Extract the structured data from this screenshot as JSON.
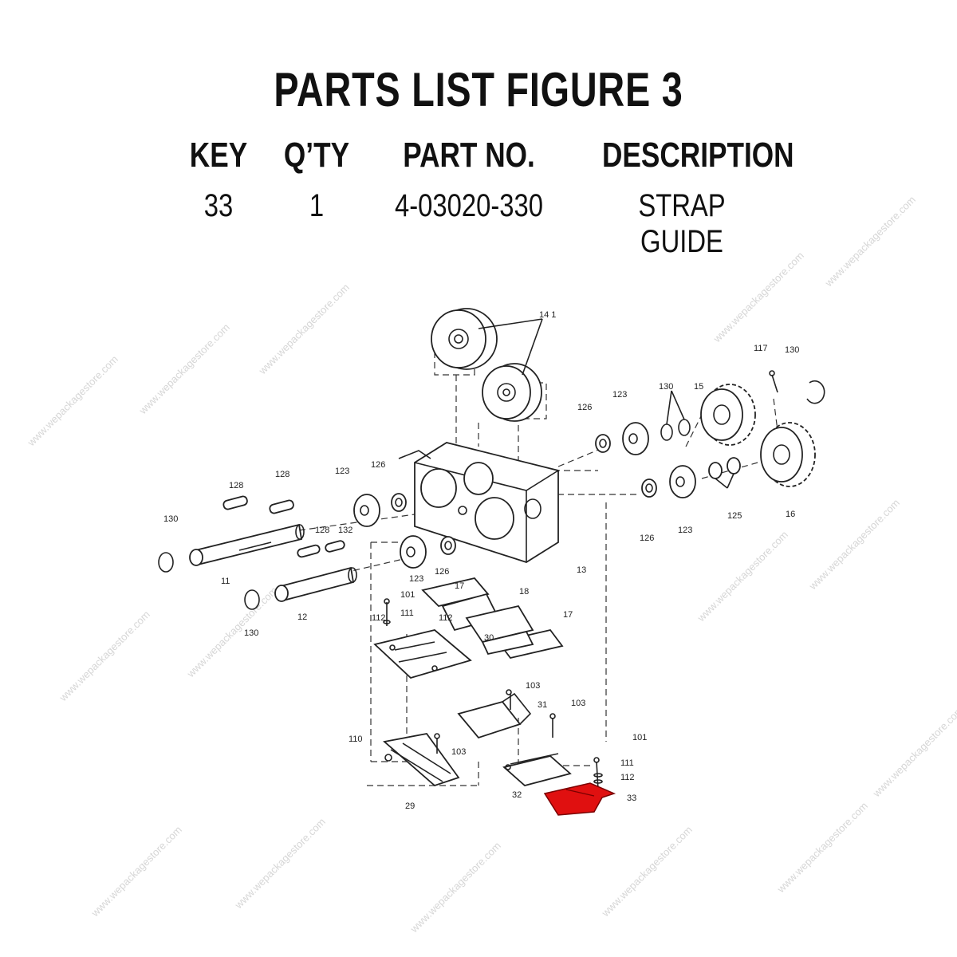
{
  "title": "PARTS LIST FIGURE 3",
  "table": {
    "headers": [
      "KEY",
      "Q’TY",
      "PART NO.",
      "DESCRIPTION"
    ],
    "row": [
      "33",
      "1",
      "4-03020-330",
      "STRAP GUIDE"
    ]
  },
  "watermark": "www.wepackagestore.com",
  "highlight_color": "#e01010",
  "labels": {
    "l141": "14 1",
    "l117": "117",
    "l130a": "130",
    "l130b": "130",
    "l15": "15",
    "l126a": "126",
    "l123a": "123",
    "l123b": "123",
    "l126b": "126",
    "l128a": "128",
    "l128b": "128",
    "l130c": "130",
    "l128c": "128",
    "l132": "132",
    "l11": "11",
    "l12": "12",
    "l130d": "130",
    "l123c": "123",
    "l126c": "126",
    "l13": "13",
    "l126d": "126",
    "l123d": "123",
    "l125": "125",
    "l16": "16",
    "l17a": "17",
    "l18": "18",
    "l17b": "17",
    "l101a": "101",
    "l111a": "111",
    "l112a": "112",
    "l112b": "112",
    "l30": "30",
    "l103a": "103",
    "l31": "31",
    "l103b": "103",
    "l110": "110",
    "l103c": "103",
    "l29": "29",
    "l32": "32",
    "l101b": "101",
    "l111b": "111",
    "l112c": "112",
    "l33": "33"
  }
}
